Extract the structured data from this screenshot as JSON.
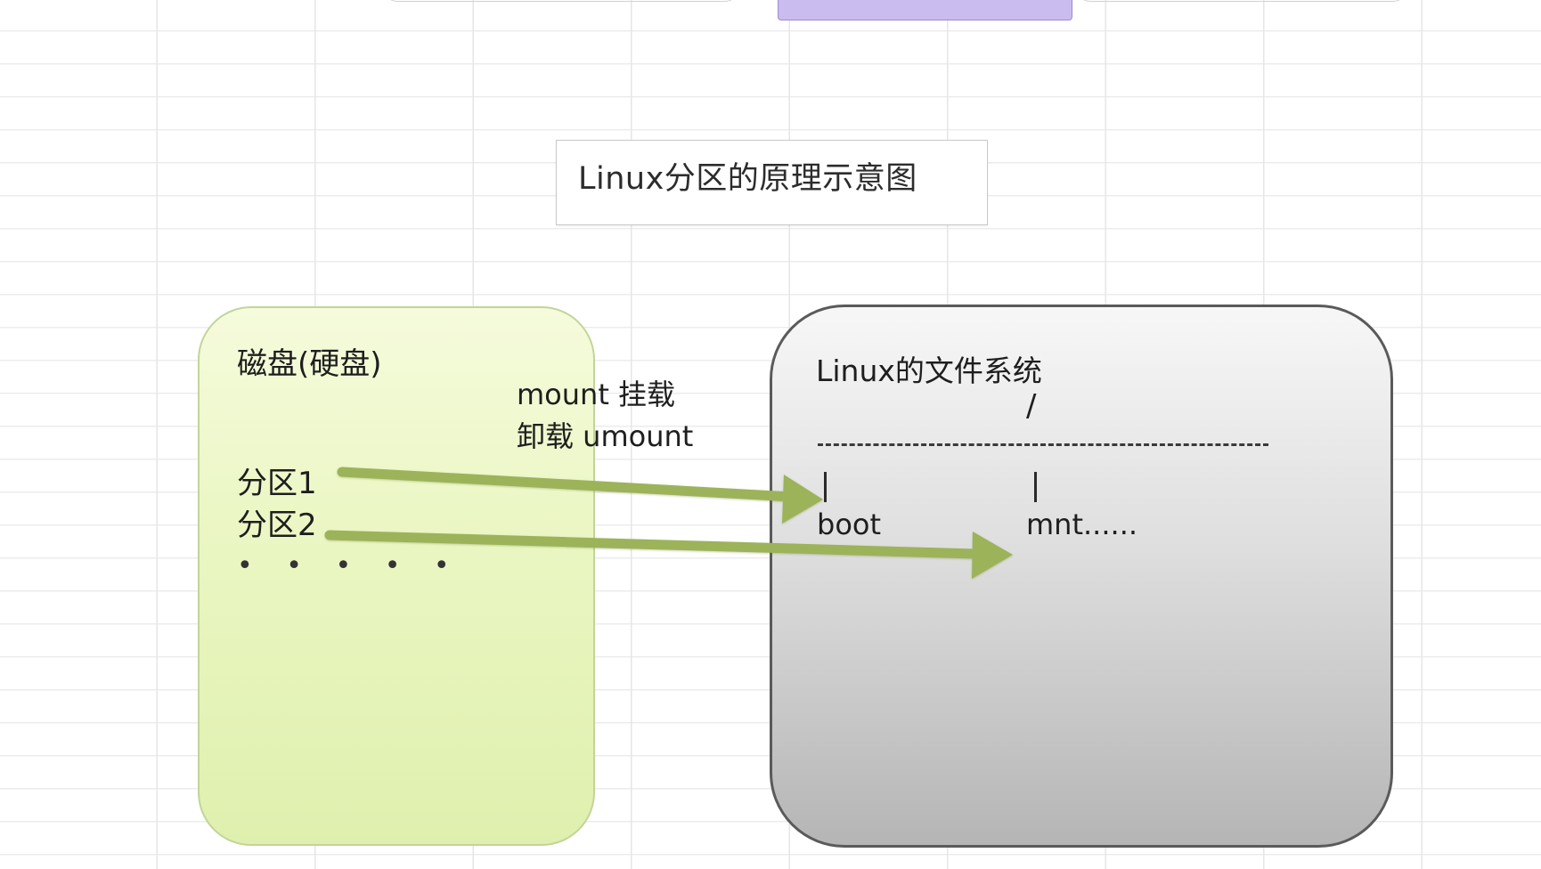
{
  "diagram": {
    "title": "Linux分区的原理示意图",
    "disk": {
      "title": "磁盘(硬盘)",
      "partitions": [
        "分区1",
        "分区2"
      ],
      "more": "• • • • •"
    },
    "mount_labels": {
      "mount": "mount 挂载",
      "umount": "卸载 umount"
    },
    "filesystem": {
      "title": "Linux的文件系统",
      "root": "/",
      "dirs": [
        "boot",
        "mnt......"
      ]
    },
    "colors": {
      "arrow": "#9cb35a",
      "disk_fill": "#eaf6c2",
      "fs_fill": "#d6d6d6"
    }
  }
}
